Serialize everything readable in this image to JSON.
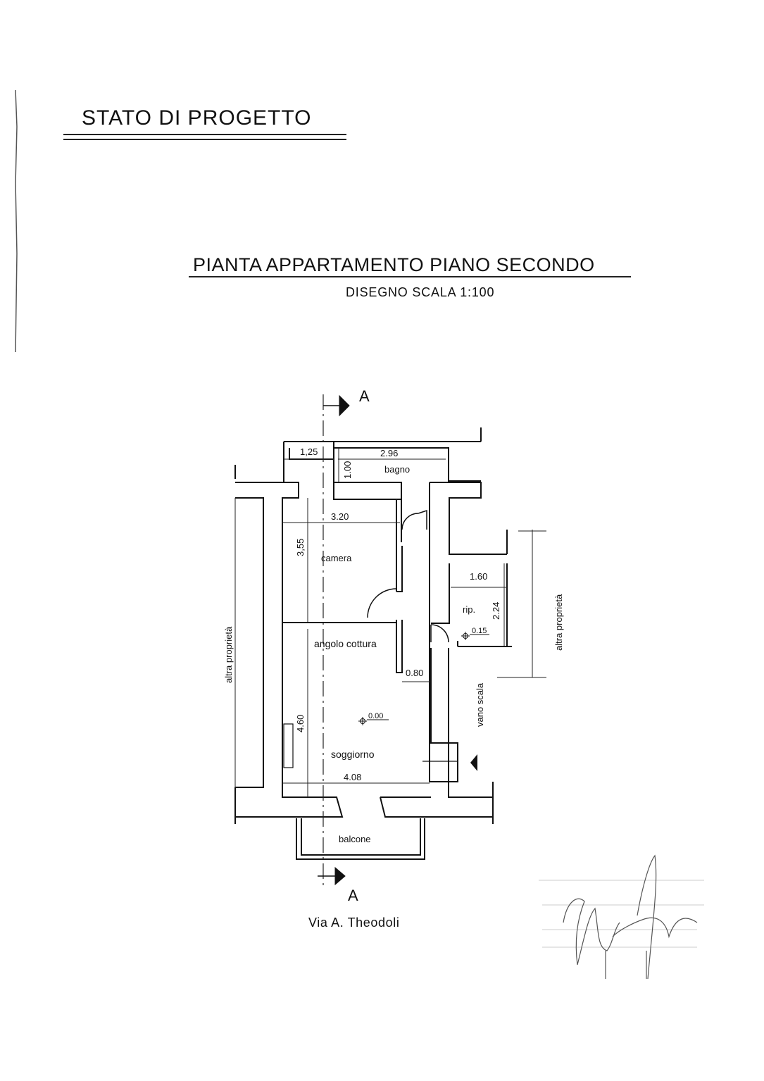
{
  "titles": {
    "stato": "STATO DI PROGETTO",
    "plan": "PIANTA APPARTAMENTO PIANO SECONDO",
    "scale": "DISEGNO SCALA 1:100"
  },
  "section_marker": "A",
  "rooms": {
    "bagno": "bagno",
    "camera": "camera",
    "angolo_cottura": "angolo cottura",
    "soggiorno": "soggiorno",
    "rip": "rip.",
    "balcone": "balcone",
    "vano_scala": "vano scala",
    "altra_proprieta": "altra proprietà"
  },
  "dimensions": {
    "d_1_25": "1,25",
    "d_2_96": "2.96",
    "d_1_00": "1.00",
    "d_3_20": "3.20",
    "d_3_55": "3,55",
    "d_1_60": "1.60",
    "d_2_24": "2.24",
    "d_0_80": "0.80",
    "d_4_60": "4.60",
    "d_4_08": "4.08"
  },
  "levels": {
    "rip_level": "0.15",
    "main_level": "0.00"
  },
  "street_name": "Via A. Theodoli"
}
